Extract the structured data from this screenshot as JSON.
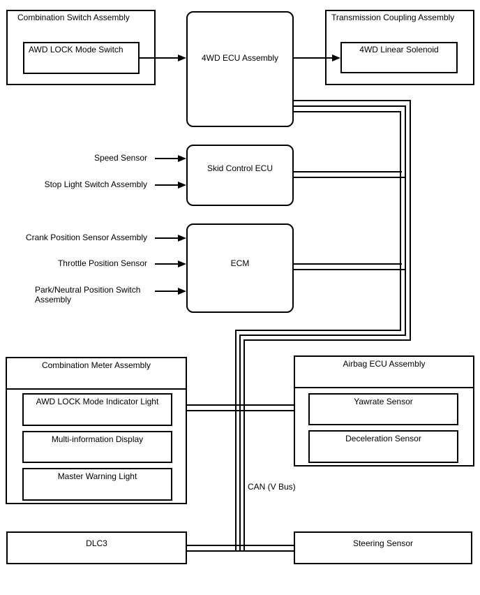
{
  "diagram": {
    "boxes": {
      "combination_switch": {
        "title": "Combination Switch Assembly",
        "awd_lock_switch": "AWD LOCK Mode Switch"
      },
      "awd_ecu": {
        "title": "4WD ECU Assembly"
      },
      "transmission_coupling": {
        "title": "Transmission Coupling Assembly",
        "linear_solenoid": "4WD Linear Solenoid"
      },
      "skid_control": {
        "title": "Skid Control ECU"
      },
      "ecm": {
        "title": "ECM"
      },
      "combination_meter": {
        "title": "Combination Meter Assembly",
        "indicator_light": "AWD LOCK Mode Indicator Light",
        "multi_info_display": "Multi-information Display",
        "master_warning": "Master Warning Light"
      },
      "airbag_ecu": {
        "title": "Airbag ECU Assembly",
        "yawrate": "Yawrate Sensor",
        "deceleration": "Deceleration Sensor"
      },
      "dlc3": {
        "title": "DLC3"
      },
      "steering": {
        "title": "Steering Sensor"
      }
    },
    "inputs": {
      "speed": "Speed Sensor",
      "stop_light": "Stop Light Switch Assembly",
      "crank": "Crank Position Sensor Assembly",
      "throttle": "Throttle Position Sensor",
      "park_neutral": "Park/Neutral Position Switch Assembly"
    },
    "bus_label": "CAN (V Bus)",
    "colors": {
      "line": "#000000",
      "background": "#ffffff"
    }
  }
}
